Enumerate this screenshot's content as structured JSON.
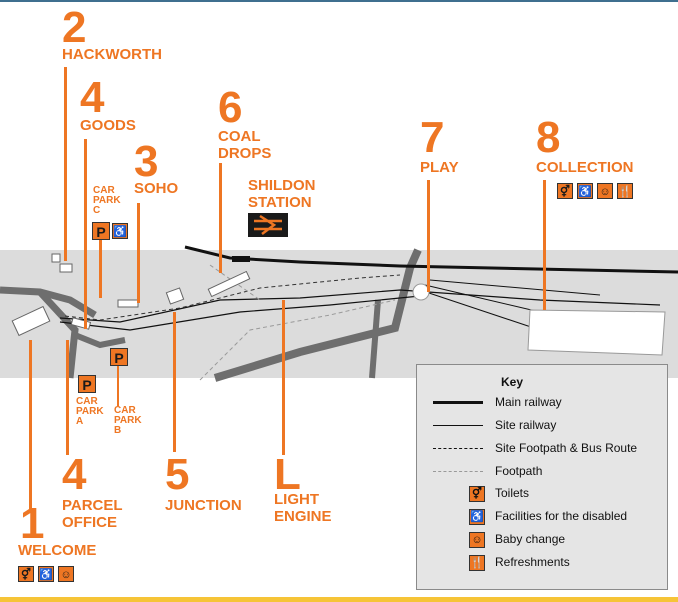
{
  "map": {
    "stops": [
      {
        "num": "1",
        "name": "WELCOME"
      },
      {
        "num": "2",
        "name": "HACKWORTH"
      },
      {
        "num": "3",
        "name": "SOHO"
      },
      {
        "num": "4",
        "name": "GOODS"
      },
      {
        "num": "4",
        "name": "PARCEL OFFICE"
      },
      {
        "num": "5",
        "name": "JUNCTION"
      },
      {
        "num": "6",
        "name": "COAL DROPS"
      },
      {
        "num": "7",
        "name": "PLAY"
      },
      {
        "num": "8",
        "name": "COLLECTION"
      },
      {
        "num": "L",
        "name": "LIGHT ENGINE"
      }
    ],
    "station": "SHILDON STATION",
    "car_parks": {
      "c": "CAR PARK C",
      "a": "CAR PARK A",
      "b": "CAR PARK B",
      "p_symbol": "P"
    },
    "colors": {
      "accent": "#ee7623",
      "band": "#dcdcdc",
      "road": "#6e6e6e",
      "bottom_rule": "#f6c437"
    }
  },
  "key": {
    "title": "Key",
    "lines": [
      {
        "label": "Main railway",
        "style": "solid-thick"
      },
      {
        "label": "Site railway",
        "style": "solid"
      },
      {
        "label": "Site Footpath & Bus Route",
        "style": "dashed-dark"
      },
      {
        "label": "Footpath",
        "style": "dashed-grey"
      }
    ],
    "icons": [
      {
        "label": "Toilets",
        "icon": "toilets-icon"
      },
      {
        "label": "Facilities for the disabled",
        "icon": "wheelchair-icon"
      },
      {
        "label": "Baby change",
        "icon": "baby-change-icon"
      },
      {
        "label": "Refreshments",
        "icon": "refreshments-icon"
      }
    ]
  }
}
